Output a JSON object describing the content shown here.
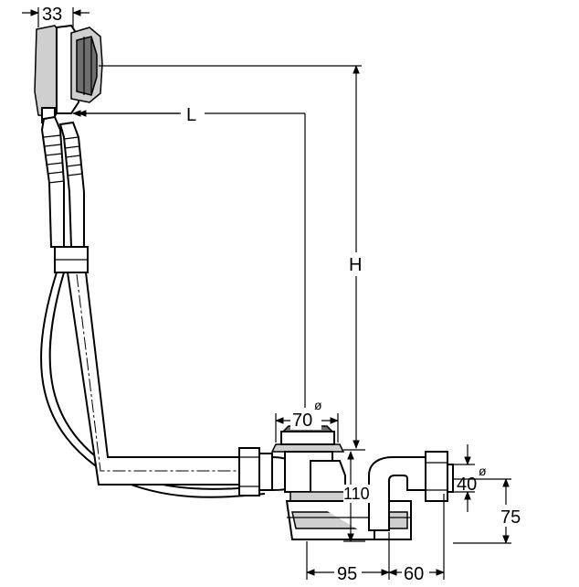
{
  "diagram": {
    "dimensions": {
      "overflow_offset": "33",
      "length": "L",
      "height": "H",
      "drain_diameter": "70",
      "outlet_diameter": "40",
      "drain_height": "110",
      "outlet_height": "75",
      "drain_to_trap": "95",
      "trap_to_outlet": "60"
    },
    "diameter_symbol": "ø"
  }
}
